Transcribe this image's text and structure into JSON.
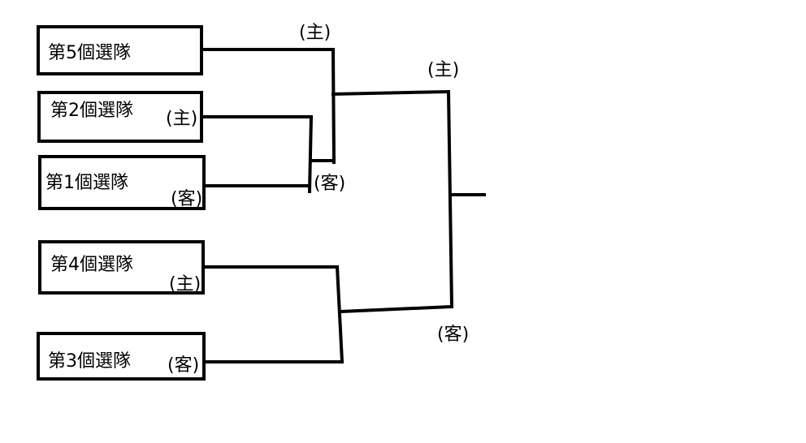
{
  "teams": [
    {
      "id": "team5",
      "name": "第5個選隊",
      "tag": ""
    },
    {
      "id": "team2",
      "name": "第2個選隊",
      "tag": "(主)"
    },
    {
      "id": "team1",
      "name": "第1個選隊",
      "tag": "(客)"
    },
    {
      "id": "team4",
      "name": "第4個選隊",
      "tag": "(主)"
    },
    {
      "id": "team3",
      "name": "第3個選隊",
      "tag": "(客)"
    }
  ],
  "labels": {
    "r1_home": "(主)",
    "r1_away": "(客)",
    "r2_home": "(主)",
    "final_home": "(主)",
    "final_away": "(客)"
  },
  "colors": {
    "line": "#000000",
    "background": "#ffffff"
  }
}
